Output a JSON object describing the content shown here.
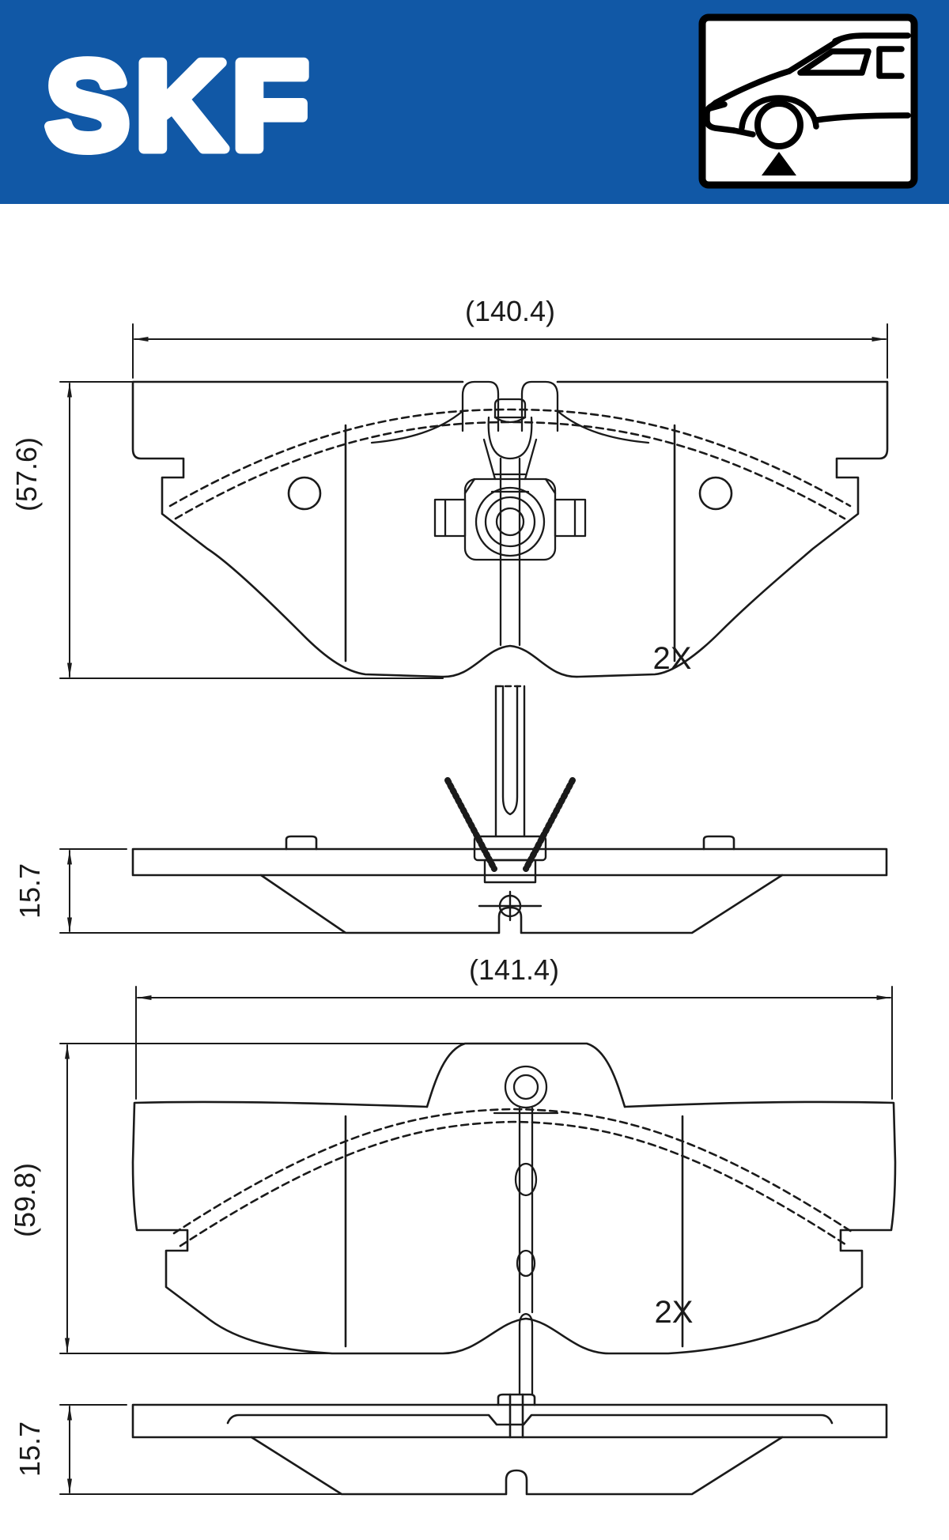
{
  "brand": {
    "logo_text": "SKF",
    "banner_color": "#1158A6",
    "line_color": "#1a1a1a"
  },
  "axle_icon": {
    "name": "vehicle-front-axle-position-icon"
  },
  "pad_set_1": {
    "view": {
      "width_dim": "(140.4)",
      "height_dim": "(57.6)",
      "quantity": "2X"
    },
    "side": {
      "thickness_dim": "15.7"
    }
  },
  "pad_set_2": {
    "view": {
      "width_dim": "(141.4)",
      "height_dim": "(59.8)",
      "quantity": "2X"
    },
    "side": {
      "thickness_dim": "15.7"
    }
  }
}
